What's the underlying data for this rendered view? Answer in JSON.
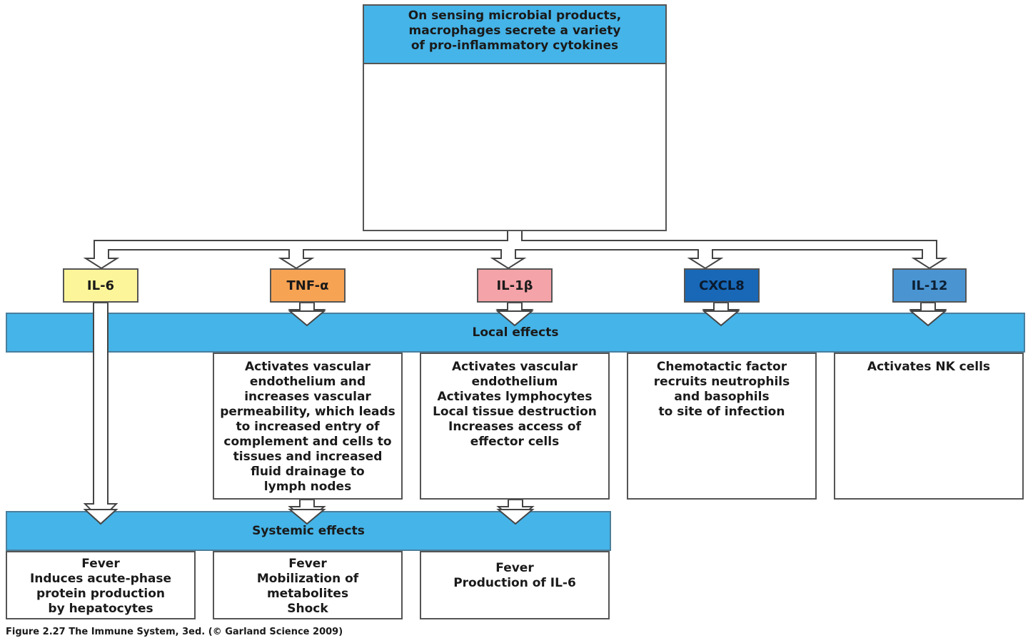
{
  "header": {
    "lines": [
      "On sensing microbial products,",
      "macrophages secrete a variety",
      "of pro-inflammatory cytokines"
    ]
  },
  "cytokines": [
    {
      "label": "IL-6",
      "color": "#fdf59a"
    },
    {
      "label": "TNF-α",
      "color": "#f7a354"
    },
    {
      "label": "IL-1β",
      "color": "#f4a3a8"
    },
    {
      "label": "CXCL8",
      "color": "#1868b7"
    },
    {
      "label": "IL-12",
      "color": "#4a94d2"
    }
  ],
  "local_effects": {
    "title": "Local effects",
    "tnf": [
      "Activates vascular",
      "endothelium and",
      "increases vascular",
      "permeability, which leads",
      "to increased entry of",
      "complement and cells to",
      "tissues and increased",
      "fluid drainage to",
      "lymph nodes"
    ],
    "il1": [
      "Activates vascular",
      "endothelium",
      "Activates lymphocytes",
      "Local tissue destruction",
      "Increases access of",
      "effector cells"
    ],
    "cxcl8": [
      "Chemotactic factor",
      "recruits neutrophils",
      "and basophils",
      "to site of infection"
    ],
    "il12": [
      "Activates NK cells"
    ]
  },
  "systemic_effects": {
    "title": "Systemic effects",
    "il6": [
      "Fever",
      "Induces acute-phase",
      "protein production",
      "by hepatocytes"
    ],
    "tnf": [
      "Fever",
      "Mobilization of",
      "metabolites",
      "Shock"
    ],
    "il1": [
      "Fever",
      "Production of IL-6"
    ]
  },
  "caption": "Figure 2.27 The Immune System, 3ed. (© Garland Science 2009)",
  "colors": {
    "bar_blue": "#45b4e8",
    "cell_body": "#f7f3a3",
    "cell_granule": "#7d7bb8",
    "bacteria": "#c0272d"
  }
}
